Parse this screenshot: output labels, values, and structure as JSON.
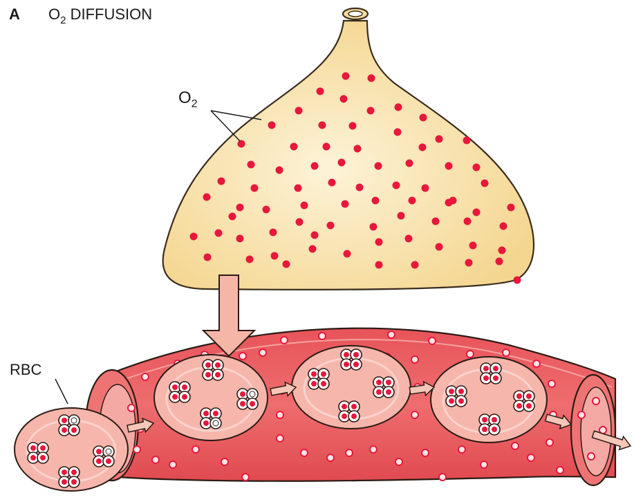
{
  "figure": {
    "panel_letter": "A",
    "title_prefix": "O",
    "title_subscript": "2",
    "title_suffix": " DIFFUSION"
  },
  "labels": {
    "o2_main": "O",
    "o2_sub": "2",
    "rbc": "RBC"
  },
  "colors": {
    "alveolus_fill": "#f7dc9c",
    "alveolus_stroke": "#3a2c1e",
    "o2_molecule": "#e8173c",
    "capillary_wall": "#e2474f",
    "capillary_wall_light": "#f5a2a0",
    "capillary_lumen": "#f08a86",
    "rbc_fill": "#f6b6ac",
    "rbc_inner": "#fbd3cb",
    "arrow_fill": "#f7c6b8",
    "outline": "#2b1a14"
  }
}
